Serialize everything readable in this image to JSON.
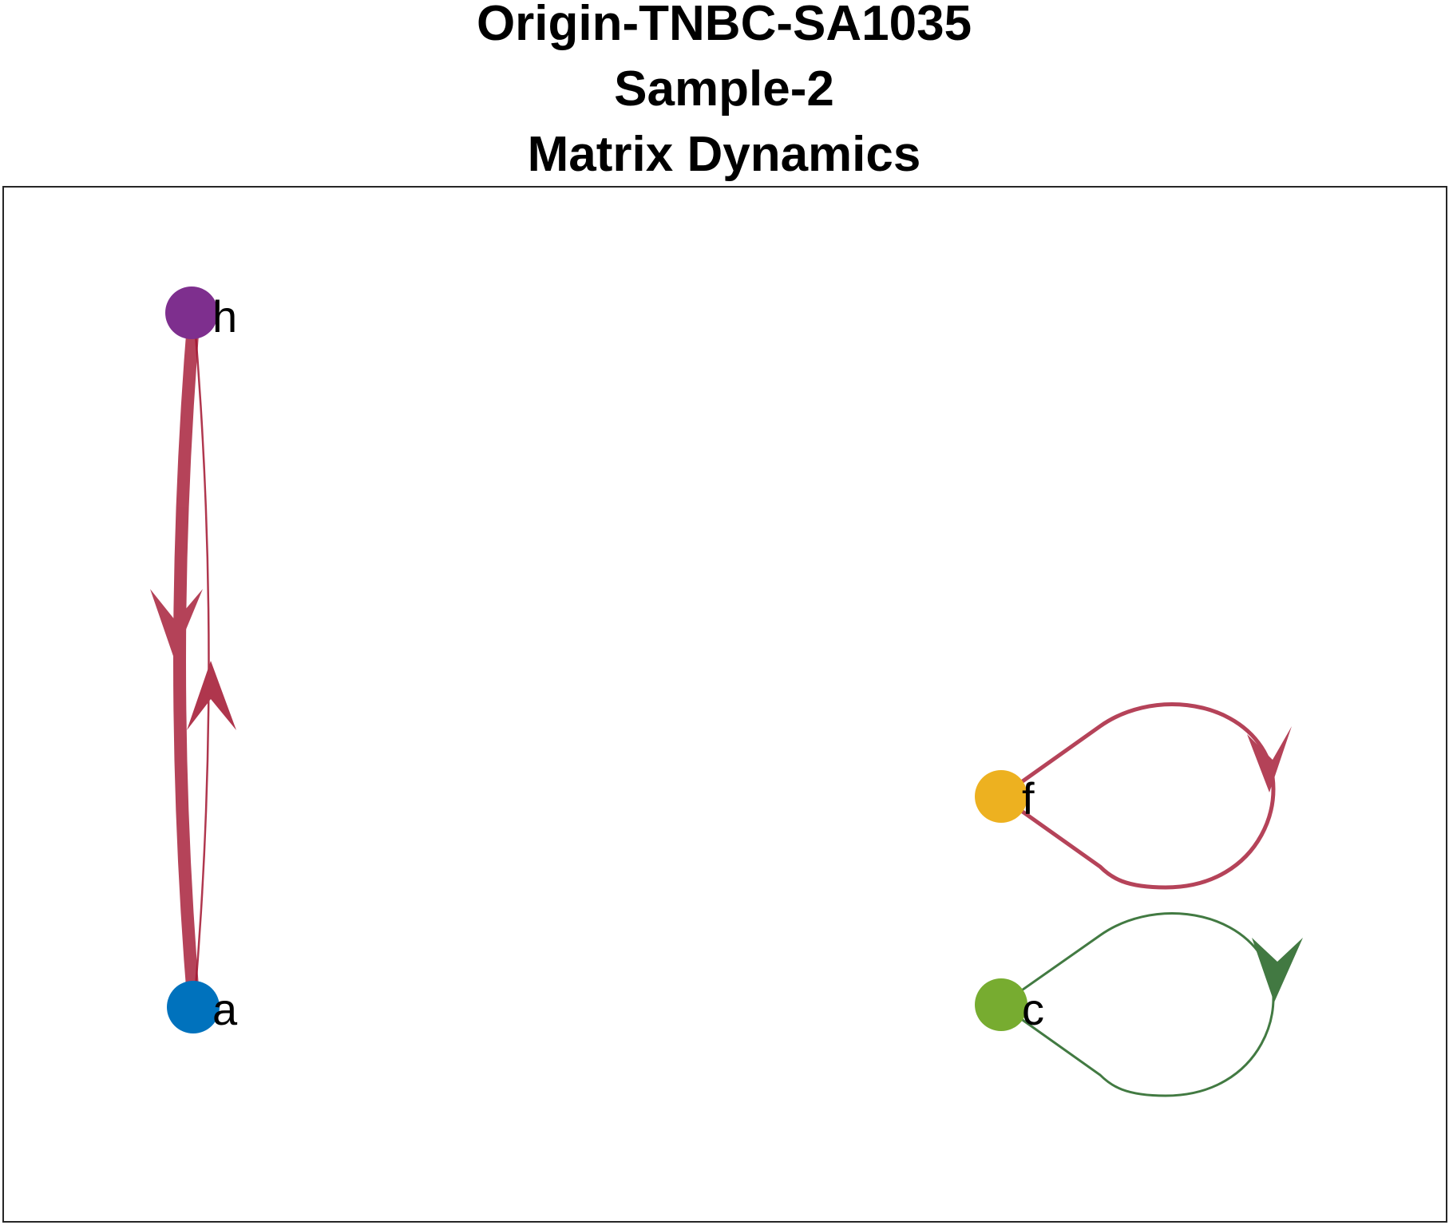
{
  "title": {
    "line1": "Origin-TNBC-SA1035",
    "line2": "Sample-2",
    "line3": "Matrix Dynamics"
  },
  "nodes": [
    {
      "id": "h",
      "label": "h",
      "color": "#7E2F8E"
    },
    {
      "id": "a",
      "label": "a",
      "color": "#0072BD"
    },
    {
      "id": "f",
      "label": "f",
      "color": "#EDB120"
    },
    {
      "id": "c",
      "label": "c",
      "color": "#77AC30"
    }
  ],
  "edges": [
    {
      "from": "h",
      "to": "a",
      "weight": "heavy",
      "color": "#A2142F"
    },
    {
      "from": "a",
      "to": "h",
      "weight": "light",
      "color": "#A2142F"
    },
    {
      "from": "f",
      "to": "f",
      "weight": "medium",
      "color": "#A2142F"
    },
    {
      "from": "c",
      "to": "c",
      "weight": "light",
      "color": "#2E6B2E"
    }
  ],
  "colors": {
    "edge_red": "#A2142F",
    "edge_green": "#2E6B2E",
    "frame": "#262626"
  }
}
